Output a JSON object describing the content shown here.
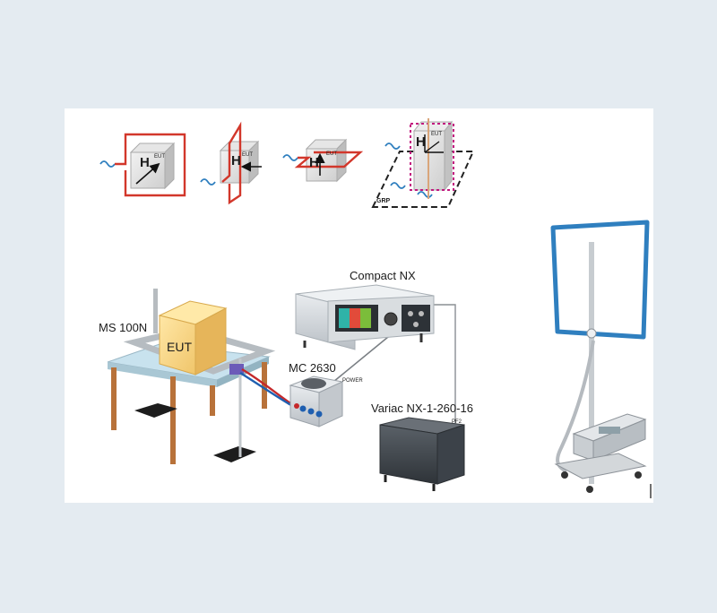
{
  "diagram": {
    "orientation_views": [
      {
        "h_label": "H",
        "eut_label": "EUT"
      },
      {
        "h_label": "H",
        "eut_label": "EUT"
      },
      {
        "h_label": "H",
        "eut_label": "EUT"
      },
      {
        "h_label": "H",
        "eut_label": "EUT",
        "ground_label": "GRP"
      }
    ],
    "setup": {
      "antenna_label": "MS 100N",
      "eut_box_label": "EUT",
      "generator_label": "Compact NX",
      "coupling_label": "MC 2630",
      "power_label": "POWER",
      "variac_label": "Variac NX-1-260-16",
      "pf_label": "PF2"
    },
    "colors": {
      "loop_red": "#d2372b",
      "loop_magenta": "#c2177e",
      "antenna_blue": "#2f7fbf",
      "eut_yellow": "#f6d88a",
      "table_top": "#c8e2ee",
      "table_leg": "#b8723a",
      "device_dark": "#3c4249"
    },
    "icons": {
      "wave": "sine-wave-icon",
      "arrow": "field-arrow-icon"
    }
  }
}
